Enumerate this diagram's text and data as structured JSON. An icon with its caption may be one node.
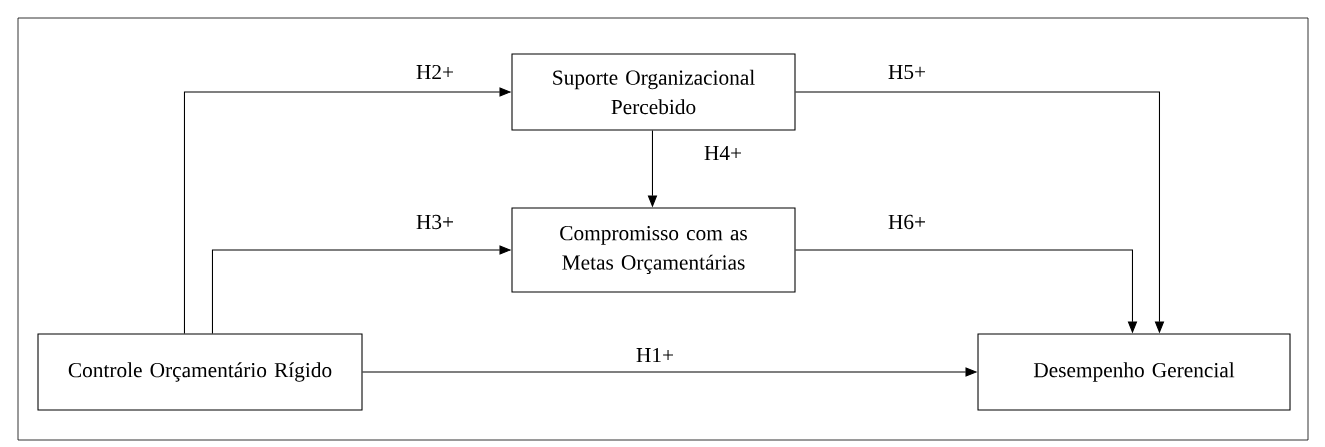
{
  "diagram": {
    "nodes": [
      {
        "text": [
          "Controle Orçamentário Rígido"
        ]
      },
      {
        "text": [
          "Suporte Organizacional Percebido"
        ]
      },
      {
        "text": [
          "Compromisso com as Metas Orçamentárias"
        ]
      },
      {
        "text": [
          "Desempenho Gerencial"
        ]
      }
    ],
    "edges": [
      {
        "from": 0,
        "to": 1,
        "arrow": "to",
        "label": "H2+"
      },
      {
        "from": 0,
        "to": 2,
        "arrow": "to",
        "label": "H3+"
      },
      {
        "from": 1,
        "to": 2,
        "arrow": "to",
        "label": "H4+"
      },
      {
        "from": 1,
        "to": 3,
        "arrow": "to",
        "label": "H5+"
      },
      {
        "from": 2,
        "to": 3,
        "arrow": "to",
        "label": "H6+"
      },
      {
        "from": 0,
        "to": 3,
        "arrow": "to",
        "label": "H1+"
      }
    ]
  }
}
